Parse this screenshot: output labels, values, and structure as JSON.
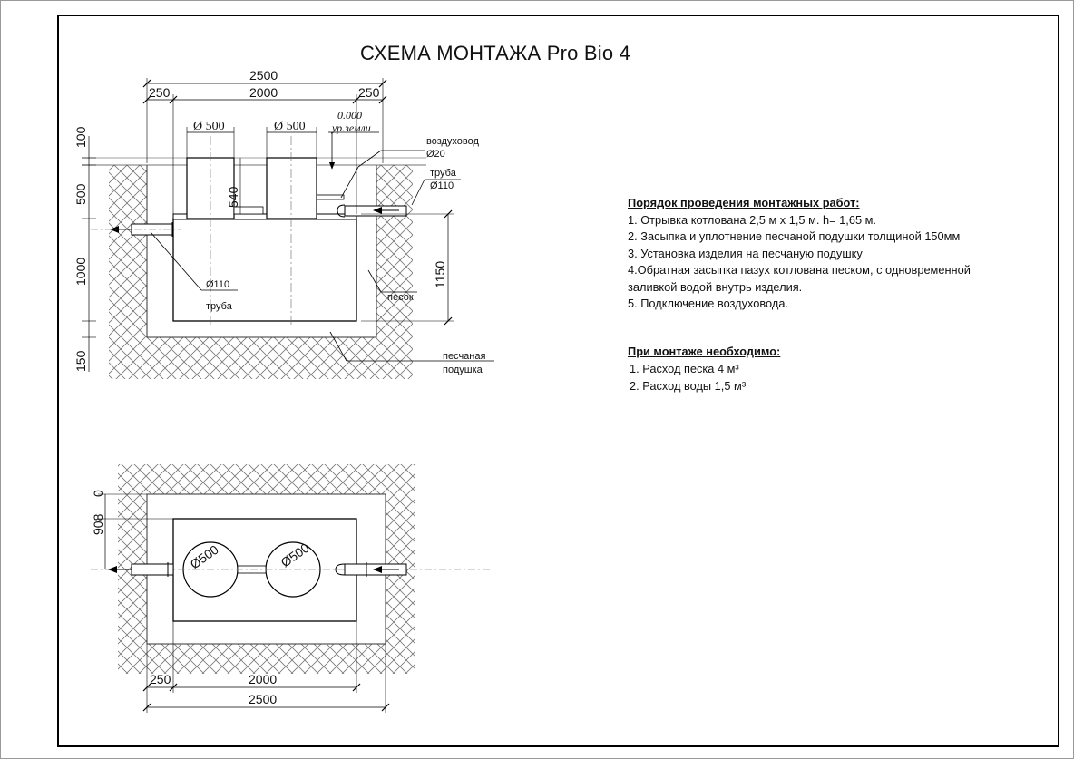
{
  "title": "СХЕМА МОНТАЖА Pro Bio 4",
  "section": {
    "dims_top": {
      "total": "2500",
      "left": "250",
      "middle": "2000",
      "right": "250"
    },
    "hatch_diameters": [
      "Ø 500",
      "Ø 500"
    ],
    "level": {
      "value": "0.000",
      "label": "ур.земли"
    },
    "vertical_dims": [
      "100",
      "500",
      "1000",
      "150"
    ],
    "neck_height": "540",
    "body_height": "1150",
    "labels": {
      "vozdukhovod_name": "воздуховод",
      "vozdukhovod_d": "Ø20",
      "truba_in_name": "труба",
      "truba_in_d": "Ø110",
      "truba_out_d": "Ø110",
      "truba_out_name": "труба",
      "pesok": "песок",
      "podushka_line1": "песчаная",
      "podushka_line2": "подушка"
    }
  },
  "plan": {
    "vertical_dims": [
      "0",
      "908"
    ],
    "hatch_diameters": [
      "Ø500",
      "Ø500"
    ],
    "dims_bottom": {
      "left": "250",
      "middle": "2000",
      "total": "2500"
    }
  },
  "instructions": {
    "heading": "Порядок проведения монтажных работ:",
    "items": [
      "1. Отрывка котлована 2,5 м х 1,5 м. h= 1,65 м.",
      "2. Засыпка и уплотнение песчаной подушки толщиной 150мм",
      "3. Установка изделия на песчаную подушку",
      "4.Обратная засыпка пазух котлована песком, с одновременной",
      "заливкой водой внутрь изделия.",
      "5. Подключение воздуховода."
    ]
  },
  "requirements": {
    "heading": "При монтаже необходимо:",
    "items": [
      "1. Расход песка 4 м³",
      "2. Расход воды 1,5 м³"
    ]
  }
}
